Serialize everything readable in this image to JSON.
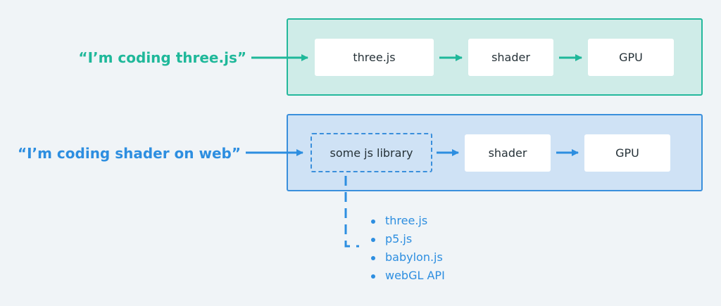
{
  "colors": {
    "background": "#f0f4f7",
    "teal": "#1fb89a",
    "teal_panel_fill": "#cfece8",
    "blue": "#2d8ee0",
    "blue_panel_fill": "#cfe2f5",
    "box_fill": "#ffffff",
    "box_text": "#263238"
  },
  "row_threejs": {
    "quote": "“I’m coding three.js”",
    "boxes": [
      "three.js",
      "shader",
      "GPU"
    ]
  },
  "row_shader_web": {
    "quote": "“I’m coding shader on web”",
    "boxes": [
      "some js library",
      "shader",
      "GPU"
    ]
  },
  "library_examples": [
    "three.js",
    "p5.js",
    "babylon.js",
    "webGL API"
  ],
  "icons": {
    "arrow": "arrow-right-icon",
    "bullet": "bullet-dot-icon"
  }
}
